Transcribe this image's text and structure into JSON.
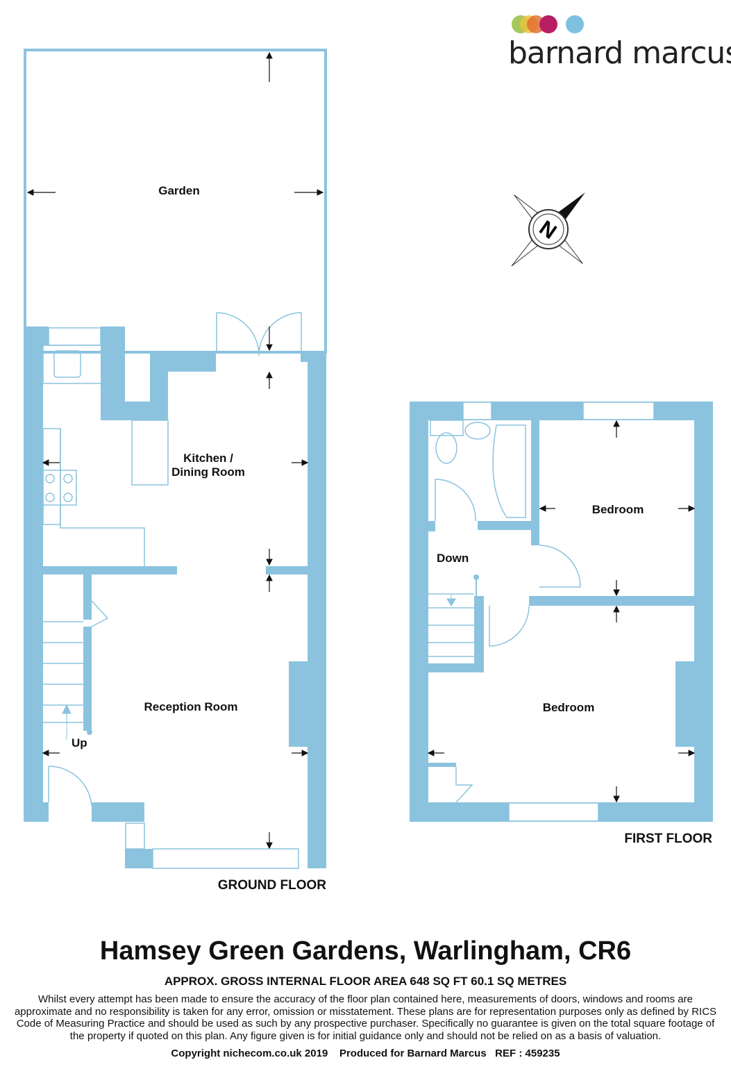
{
  "brand": {
    "name": "barnard marcus",
    "colors": [
      "#9bc24a",
      "#f0a93a",
      "#e06a2c",
      "#b81e64",
      "#7ec0e0"
    ]
  },
  "wall_color": "#8bc3de",
  "ground_floor": {
    "label": "GROUND FLOOR",
    "rooms": {
      "garden": "Garden",
      "kitchen_line1": "Kitchen /",
      "kitchen_line2": "Dining Room",
      "reception": "Reception Room"
    },
    "stairs_label": "Up"
  },
  "first_floor": {
    "label": "FIRST FLOOR",
    "rooms": {
      "bedroom1": "Bedroom",
      "bedroom2": "Bedroom"
    },
    "stairs_label": "Down"
  },
  "compass": {
    "label": "N"
  },
  "footer": {
    "title": "Hamsey Green Gardens, Warlingham, CR6",
    "area": "APPROX. GROSS INTERNAL FLOOR AREA 648 SQ FT 60.1 SQ METRES",
    "disclaimer": "Whilst every attempt has been made to ensure the accuracy of the floor plan contained here, measurements of doors, windows and rooms are approximate and no responsibility is taken for any error, omission or misstatement. These plans are for representation purposes only as defined by RICS Code of Measuring Practice and should be used as such by any prospective purchaser.  Specifically no guarantee is given on the total square footage of the property if quoted on this plan. Any figure given is for initial guidance only and should not be relied on as a basis of valuation.",
    "copyright": "Copyright nichecom.co.uk 2019    Produced for Barnard Marcus   REF : 459235"
  }
}
